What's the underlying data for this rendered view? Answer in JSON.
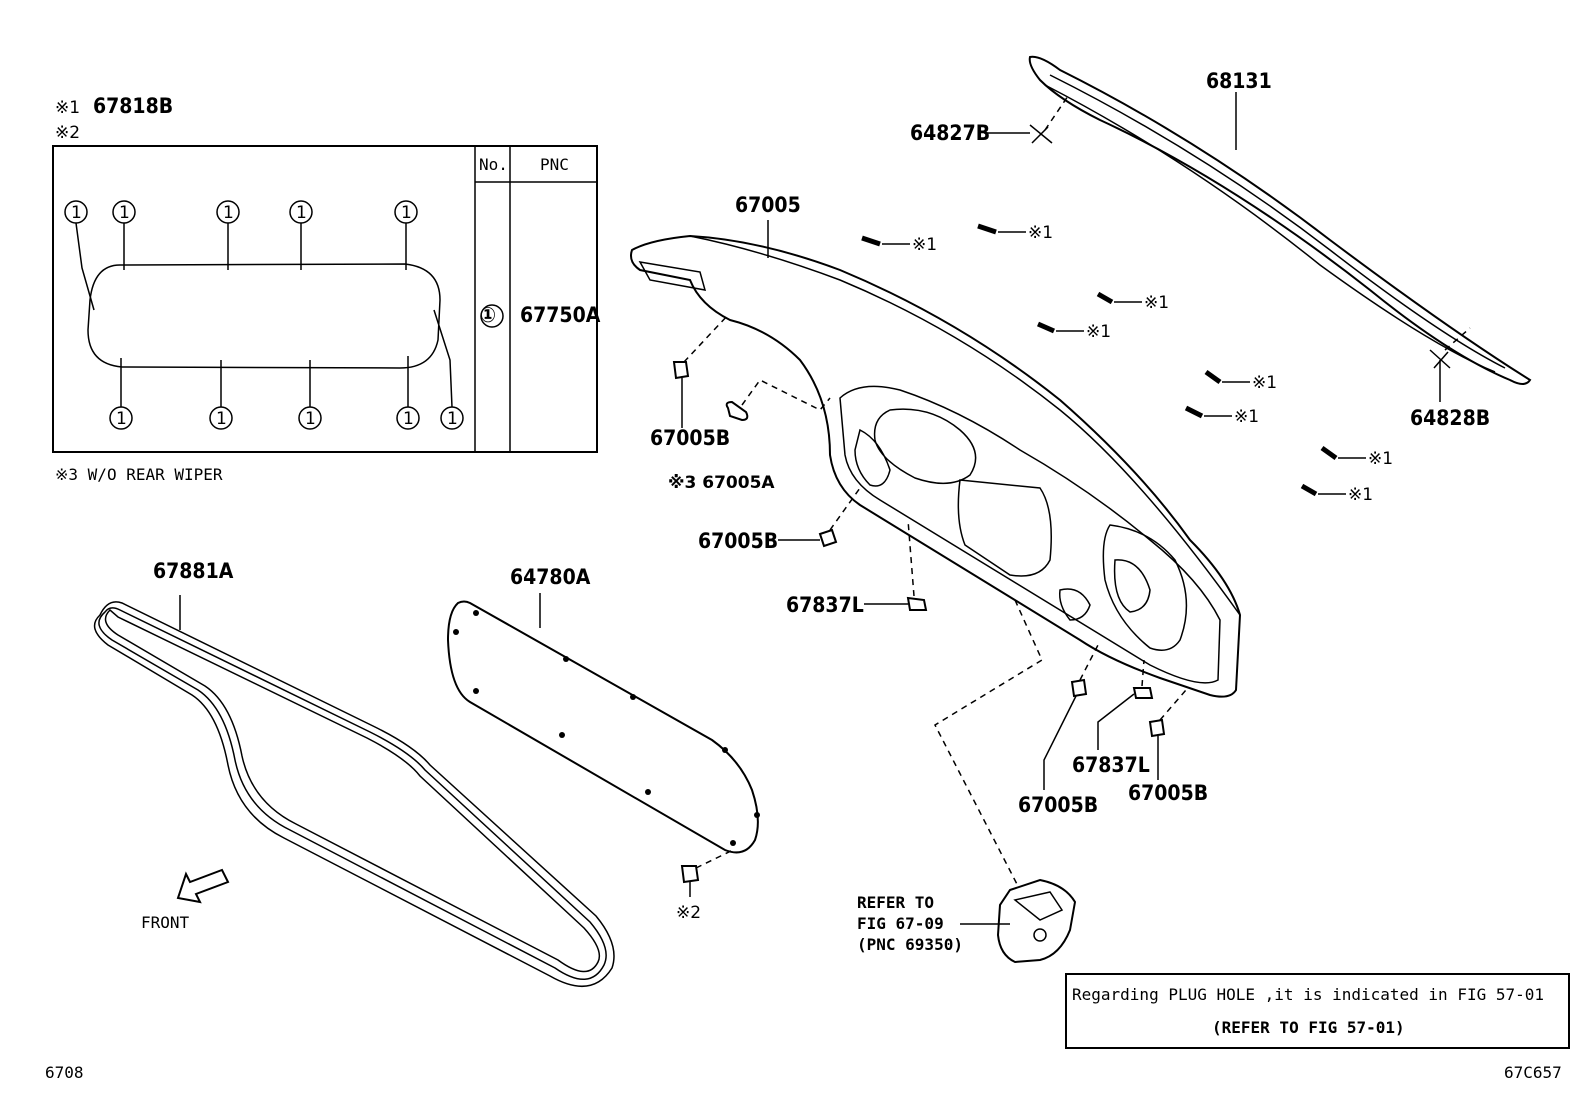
{
  "diagram": {
    "top_left_notes": {
      "mark1": "※1",
      "part_67818B": "67818B",
      "mark2": "※2"
    },
    "table": {
      "header_no": "No.",
      "header_pnc": "PNC",
      "row_no": "①",
      "row_pnc": "67750A",
      "clip_marker": "①"
    },
    "note3": "※3 W/O REAR WIPER",
    "labels": {
      "p67881A": "67881A",
      "p64780A": "64780A",
      "p67005": "67005",
      "p68131": "68131",
      "p64827B": "64827B",
      "p64828B": "64828B",
      "p67005B_a": "67005B",
      "p67005A": "※3 67005A",
      "p67005B_b": "67005B",
      "p67837L_a": "67837L",
      "p67837L_b": "67837L",
      "p67005B_c": "67005B",
      "p67005B_d": "67005B",
      "mark2_clip": "※2",
      "mark1": "※1"
    },
    "front": "FRONT",
    "refer": {
      "line1": "REFER TO",
      "line2": "FIG 67-09",
      "line3": "(PNC 69350)"
    },
    "plug_note": {
      "line1": "Regarding PLUG HOLE ,it is indicated in FIG 57-01",
      "line2": "(REFER TO FIG 57-01)"
    },
    "footer_left": "6708",
    "footer_right": "67C657"
  }
}
